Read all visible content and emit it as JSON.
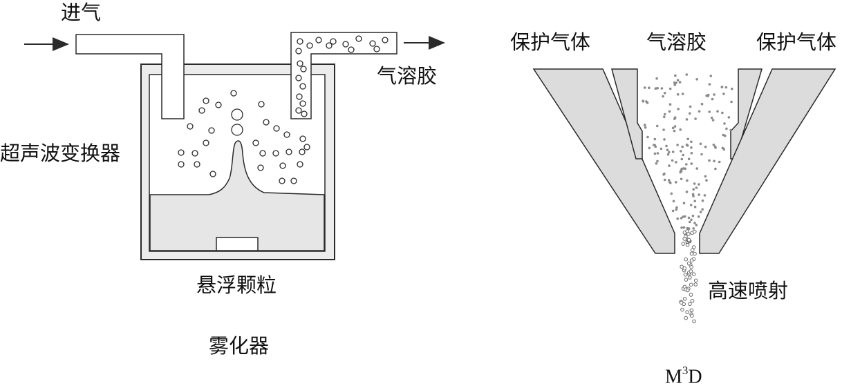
{
  "atomizer": {
    "inlet_label": "进气",
    "aerosol_label": "气溶胶",
    "transducer_label": "超声波变换器",
    "particles_label": "悬浮颗粒",
    "caption": "雾化器"
  },
  "m3d": {
    "shield_gas_left": "保护气体",
    "aerosol_label": "气溶胶",
    "shield_gas_right": "保护气体",
    "jet_label": "高速喷射",
    "caption_base": "M",
    "caption_sup": "3",
    "caption_tail": "D"
  },
  "colors": {
    "line": "#2a2a2a",
    "container_fill": "#ececec",
    "liquid_fill": "#e6e6e6",
    "nozzle_fill": "#dcdcdc",
    "particle": "#8a8a8a"
  }
}
